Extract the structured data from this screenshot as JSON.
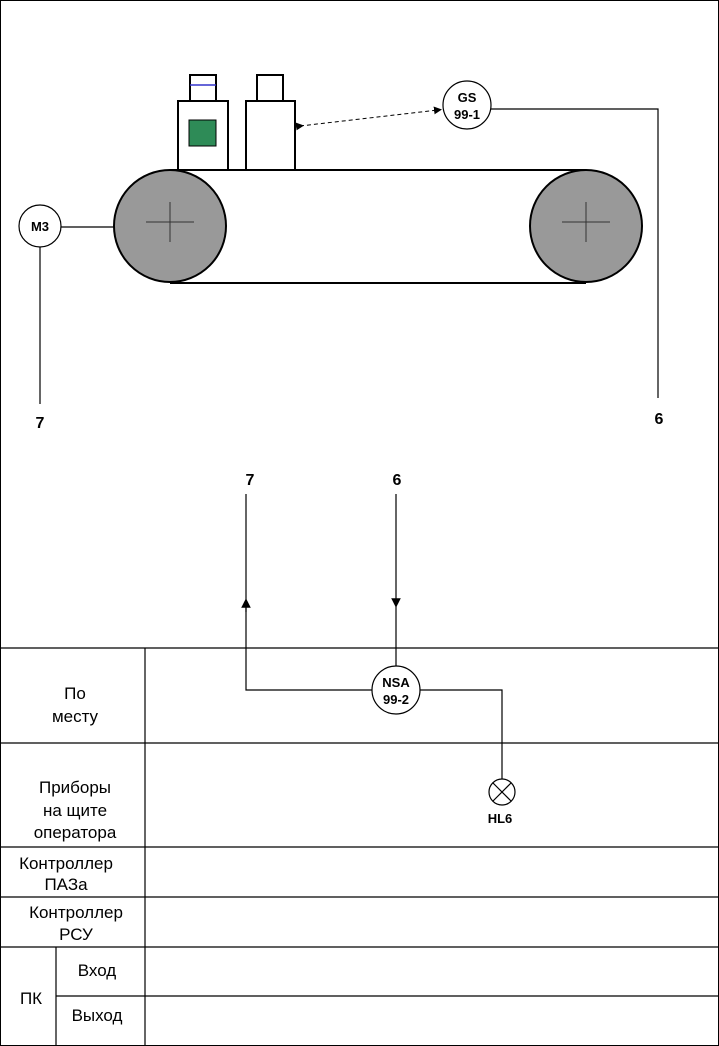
{
  "diagram": {
    "motor_label": "M3",
    "gs_tag": {
      "line1": "GS",
      "line2": "99-1"
    },
    "nsa_tag": {
      "line1": "NSA",
      "line2": "99-2"
    },
    "lamp_label": "HL6",
    "connectors": {
      "left_top": "7",
      "right_top": "6",
      "left_bottom": "7",
      "right_bottom": "6"
    },
    "colors": {
      "pulley": "#999999",
      "sensor_indicator": "#2e8b57",
      "sensor_stripe": "#3333cc"
    }
  },
  "table": {
    "row_local": {
      "line1": "По",
      "line2": "месту"
    },
    "row_panel": {
      "line1": "Приборы",
      "line2": "на щите",
      "line3": "оператора"
    },
    "row_paz": {
      "line1": "Контроллер",
      "line2": "ПАЗа"
    },
    "row_rsu": {
      "line1": "Контроллер",
      "line2": "РСУ"
    },
    "row_pc": {
      "label": "ПК",
      "input": "Вход",
      "output": "Выход"
    }
  }
}
